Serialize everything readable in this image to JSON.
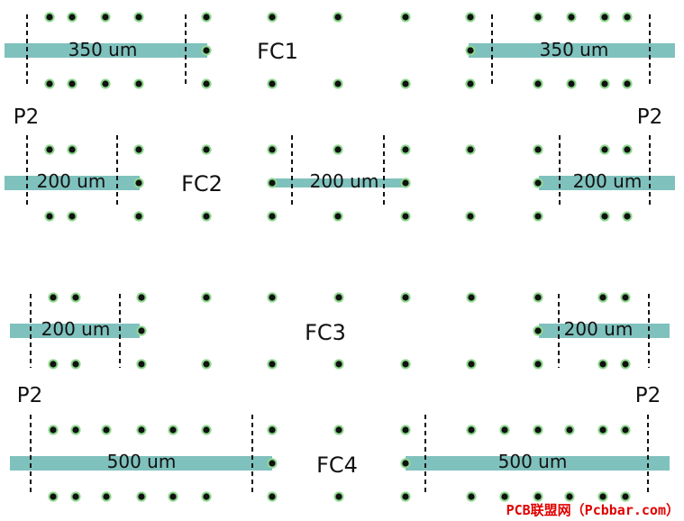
{
  "colors": {
    "background": "#ffffff",
    "trace": "#7fc1bd",
    "via_fill": "#111111",
    "via_ring": "#8fd88f",
    "dash": "#111111",
    "label": "#111111",
    "watermark": "#e00000"
  },
  "blocks": [
    {
      "id": "fc1",
      "name": "FC1",
      "traces": [
        {
          "label": "350 um"
        },
        {
          "label": "350 um"
        }
      ]
    },
    {
      "id": "fc2",
      "name": "FC2",
      "traces": [
        {
          "label": "200 um"
        },
        {
          "label": "200 um"
        },
        {
          "label": "200 um"
        }
      ]
    },
    {
      "id": "fc3",
      "name": "FC3",
      "traces": [
        {
          "label": "200 um"
        },
        {
          "label": "200 um"
        }
      ]
    },
    {
      "id": "fc4",
      "name": "FC4",
      "traces": [
        {
          "label": "500 um"
        },
        {
          "label": "500 um"
        }
      ]
    }
  ],
  "port_labels": [
    "P2",
    "P2",
    "P2",
    "P2"
  ],
  "watermark": "PCB联盟网（Pcbbar.com）"
}
